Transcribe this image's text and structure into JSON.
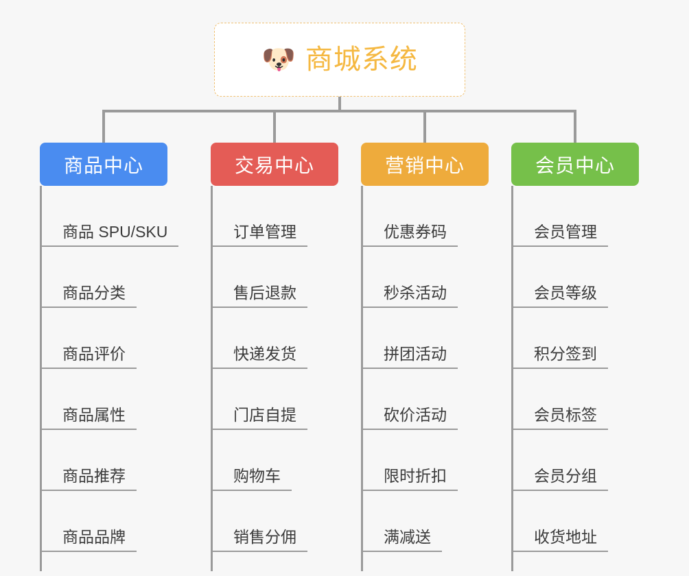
{
  "page": {
    "background_color": "#f7f7f7",
    "line_color": "#9a9a9a"
  },
  "root": {
    "icon": "dog-face-emoji",
    "emoji": "🐶",
    "title": "商城系统",
    "title_color": "#f5b841",
    "border_color": "#f0c070",
    "background_color": "#ffffff"
  },
  "columns": [
    {
      "id": "product-center",
      "label": "商品中心",
      "color": "#4a8cf0",
      "items": [
        {
          "label": "商品 SPU/SKU"
        },
        {
          "label": "商品分类"
        },
        {
          "label": "商品评价"
        },
        {
          "label": "商品属性"
        },
        {
          "label": "商品推荐"
        },
        {
          "label": "商品品牌"
        }
      ]
    },
    {
      "id": "trade-center",
      "label": "交易中心",
      "color": "#e45c56",
      "items": [
        {
          "label": "订单管理"
        },
        {
          "label": "售后退款"
        },
        {
          "label": "快递发货"
        },
        {
          "label": "门店自提"
        },
        {
          "label": "购物车"
        },
        {
          "label": "销售分佣"
        }
      ]
    },
    {
      "id": "marketing-center",
      "label": "营销中心",
      "color": "#eeab3c",
      "items": [
        {
          "label": "优惠券码"
        },
        {
          "label": "秒杀活动"
        },
        {
          "label": "拼团活动"
        },
        {
          "label": "砍价活动"
        },
        {
          "label": "限时折扣"
        },
        {
          "label": "满减送"
        }
      ]
    },
    {
      "id": "member-center",
      "label": "会员中心",
      "color": "#76c04a",
      "items": [
        {
          "label": "会员管理"
        },
        {
          "label": "会员等级"
        },
        {
          "label": "积分签到"
        },
        {
          "label": "会员标签"
        },
        {
          "label": "会员分组"
        },
        {
          "label": "收货地址"
        }
      ]
    }
  ]
}
